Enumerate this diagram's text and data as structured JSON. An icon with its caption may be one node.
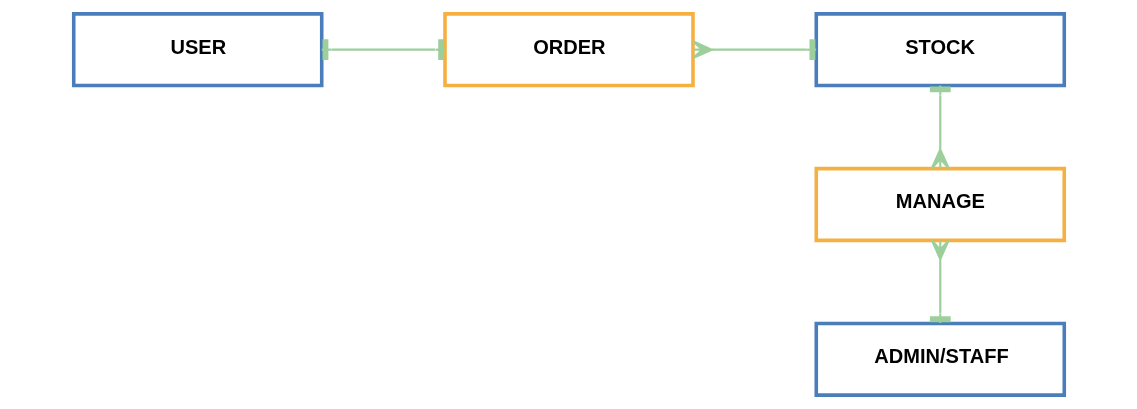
{
  "diagram": {
    "nodes": [
      {
        "text": [
          "USER"
        ]
      },
      {
        "text": [
          "ORDER"
        ]
      },
      {
        "text": [
          "STOCK"
        ]
      },
      {
        "text": [
          "MANAGE"
        ]
      },
      {
        "text": [
          "ADMIN/STAFF"
        ]
      }
    ],
    "edges": [
      {
        "from": 0,
        "to": 1,
        "arrow": "other"
      },
      {
        "from": 1,
        "to": 2,
        "arrow": "other"
      },
      {
        "from": 3,
        "to": 2,
        "arrow": "other"
      },
      {
        "from": 3,
        "to": 4,
        "arrow": "other"
      }
    ]
  }
}
